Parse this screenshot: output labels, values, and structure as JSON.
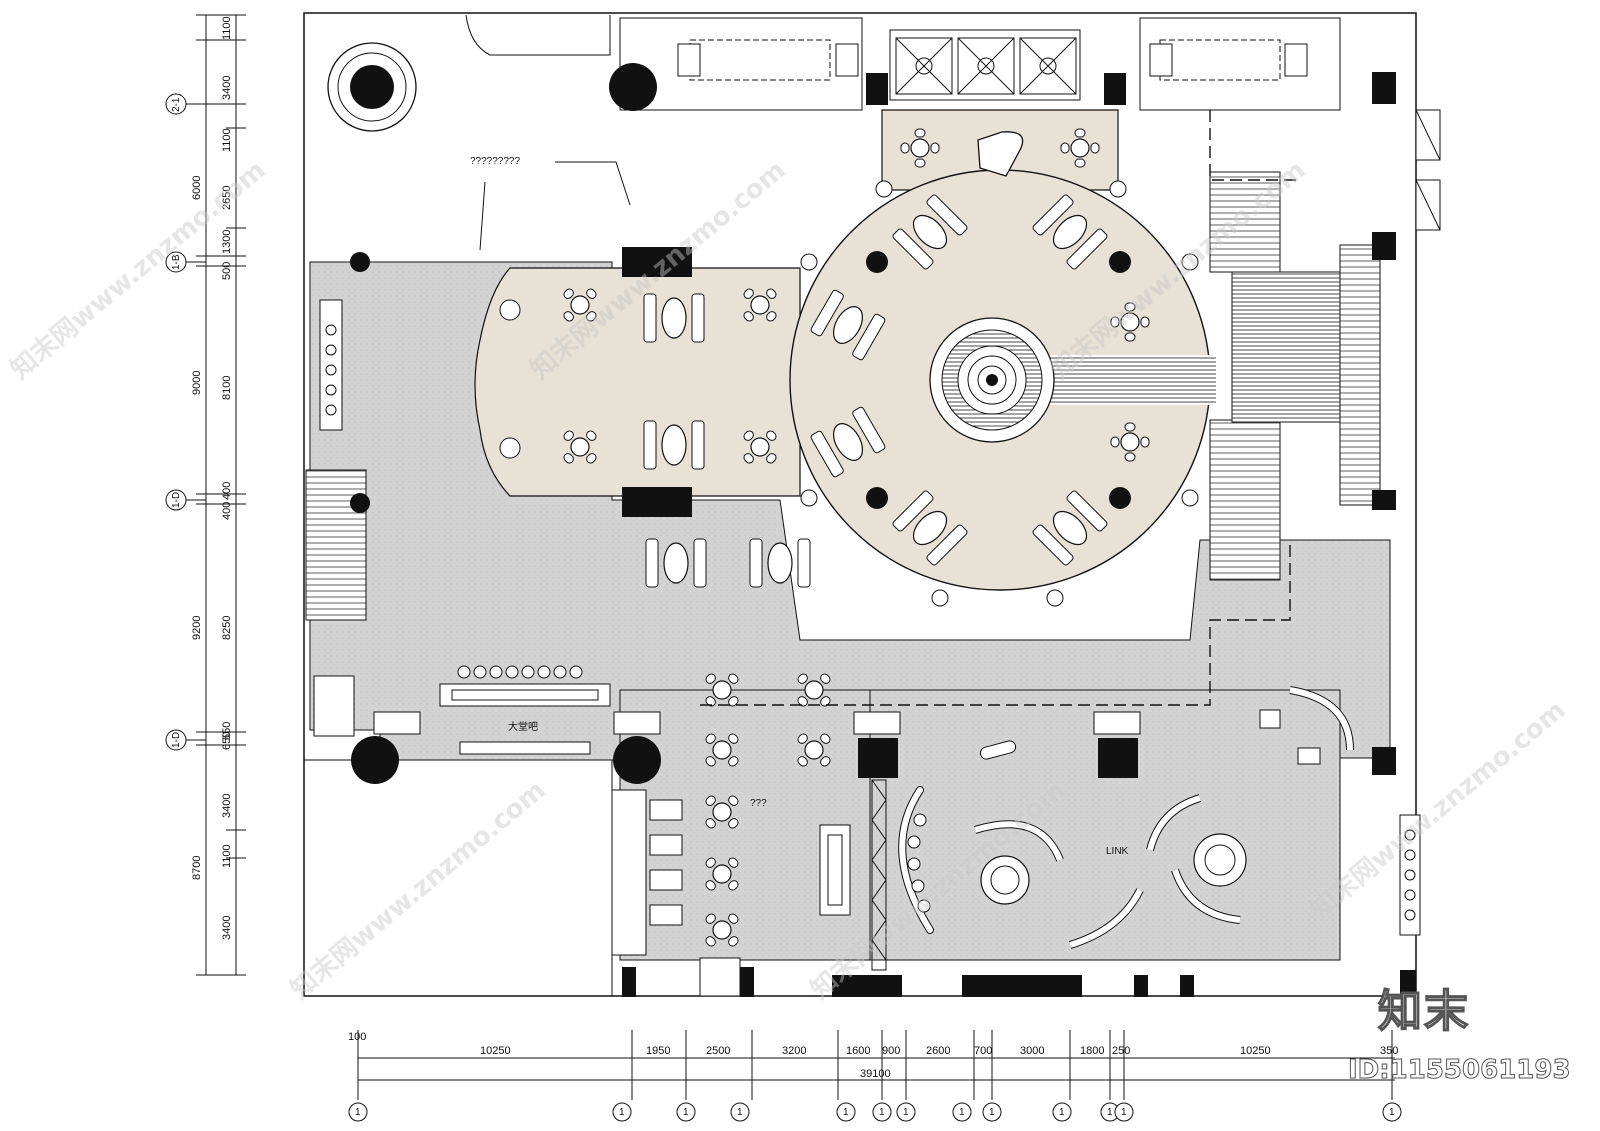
{
  "drawing": {
    "total_width_label": "39100",
    "top_note": "?????????",
    "bar_note": "???",
    "link_label": "LINK",
    "counter_label": "大堂吧"
  },
  "dims_bottom": [
    "100",
    "10250",
    "1950",
    "2500",
    "3200",
    "1600",
    "900",
    "2600",
    "700",
    "3000",
    "1800",
    "250",
    "10250",
    "350"
  ],
  "dims_left_outer": [
    "1100",
    "3400",
    "6000",
    "500",
    "9000",
    "400",
    "9200",
    "550",
    "8700",
    "3400"
  ],
  "dims_left_inner": [
    "1100",
    "2650",
    "1300",
    "8100",
    "400",
    "8250",
    "650",
    "3400",
    "1100"
  ],
  "grid_left": [
    "2-1",
    "1-B",
    "1-D",
    "1-D"
  ],
  "grid_bottom": [
    "1",
    "1",
    "1",
    "1",
    "1",
    "1",
    "1",
    "1",
    "1",
    "1",
    "1",
    "1",
    "1"
  ],
  "watermark": {
    "text": "知末网www.znzmo.com",
    "brand": "知末",
    "id": "ID:1155061193"
  },
  "colors": {
    "beige": "#e7e1d6",
    "concrete": "#cfcfcf",
    "line": "#111111"
  }
}
